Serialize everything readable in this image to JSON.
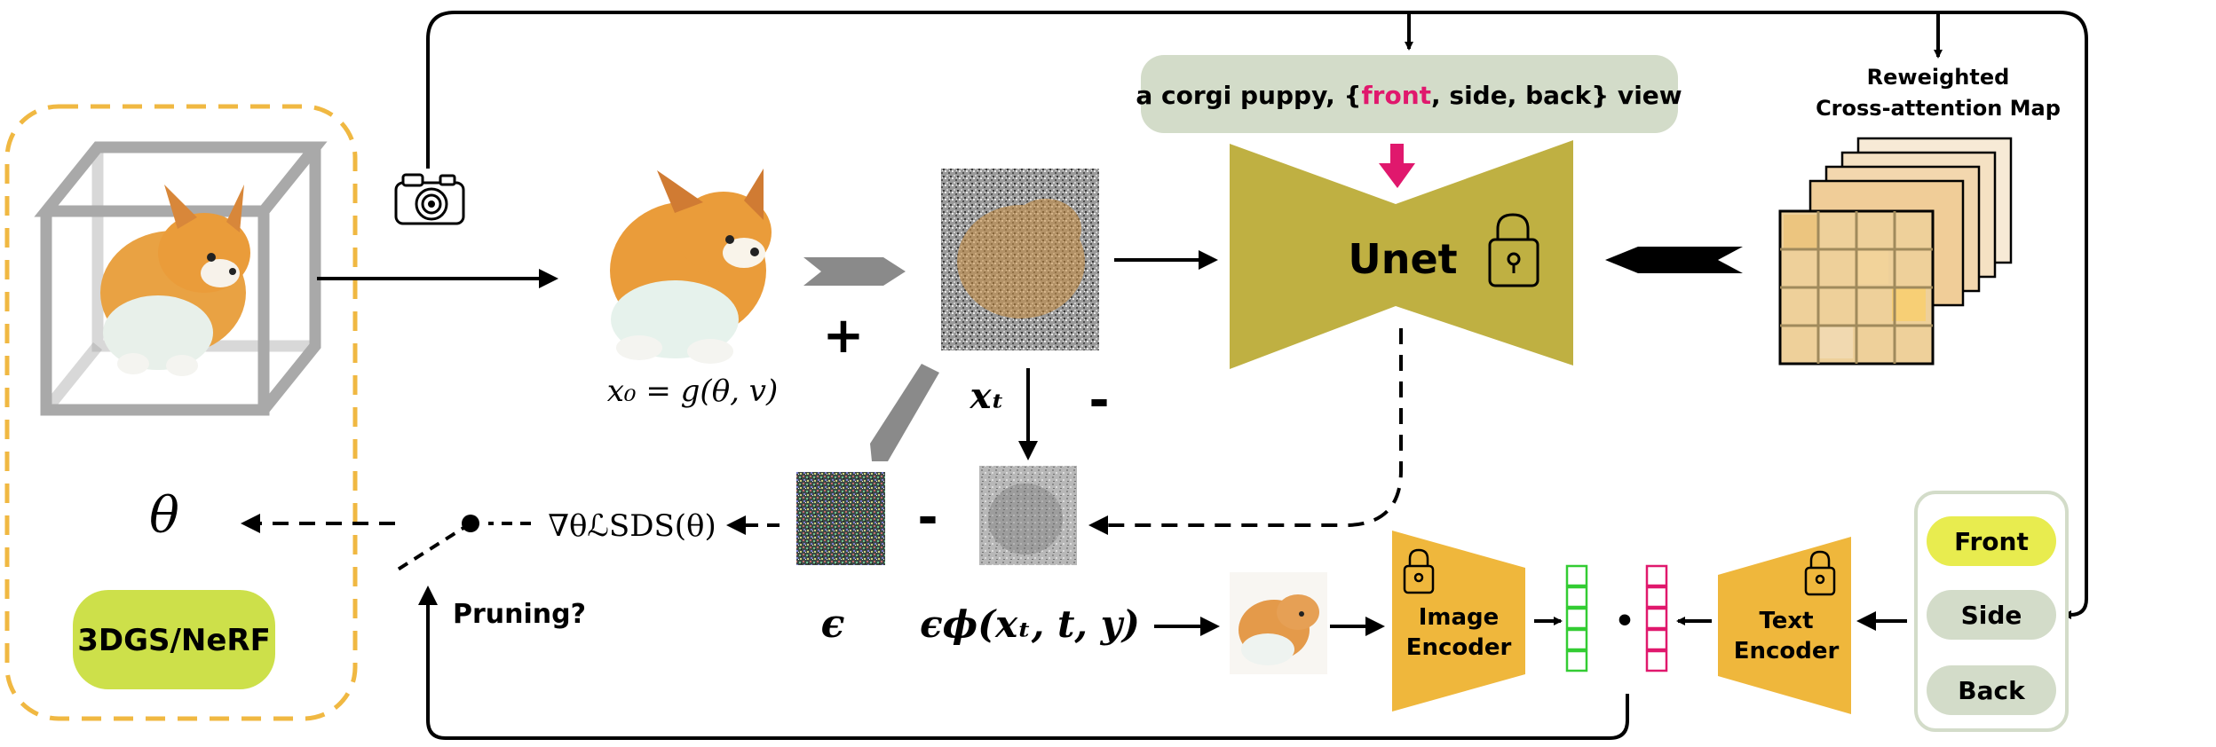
{
  "prompt": {
    "prefix": "a corgi puppy, {",
    "highlight": "front",
    "suffix": ", side, back} view"
  },
  "unet_label": "Unet",
  "reweighted_label_line1": "Reweighted",
  "reweighted_label_line2": "Cross-attention Map",
  "x0_label": "x₀ = g(θ, v)",
  "xt_label": "xₜ",
  "theta_label": "θ",
  "grad_label": "∇θℒSDS(θ)",
  "epsilon_label": "ϵ",
  "epsilon_phi_label": "ϵϕ(xₜ, t, y)",
  "pruning_label": "Pruning?",
  "model_label": "3DGS/NeRF",
  "image_encoder": {
    "line1": "Image",
    "line2": "Encoder"
  },
  "text_encoder": {
    "line1": "Text",
    "line2": "Encoder"
  },
  "views": [
    "Front",
    "Side",
    "Back"
  ],
  "plus_sign": "+",
  "minus_sign_1": "-",
  "minus_sign_2": "-",
  "dot_product": "•",
  "colors": {
    "unet": "#bfb042",
    "encoder": "#efb73c",
    "highlight": "#e0186d",
    "prompt_box": "#d3dcc9",
    "model_box": "#cde04a",
    "front_btn": "#e8ec4f",
    "view_btn": "#d3dcc9",
    "dashed_frame": "#f0b842",
    "image_vec": "#33cc33",
    "text_vec": "#e0186d"
  }
}
